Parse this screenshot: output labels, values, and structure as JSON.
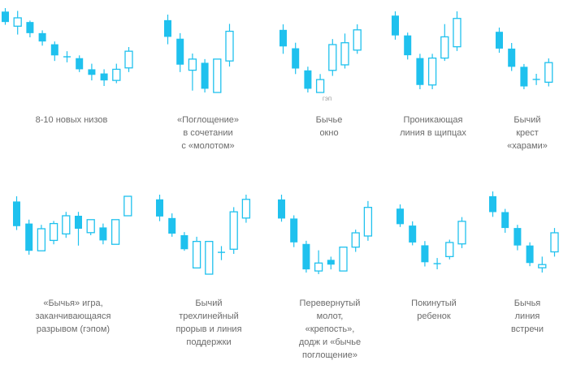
{
  "colors": {
    "bear_fill": "#1fc1ee",
    "bull_stroke": "#1fc1ee",
    "wick": "#1fc1ee",
    "caption_text": "#6b6b6b",
    "background": "#ffffff"
  },
  "patterns": [
    {
      "id": "new-lows",
      "caption_lines": [
        "8-10 новых низов"
      ],
      "candles": [
        {
          "type": "bear",
          "high": 100,
          "open": 95,
          "close": 80,
          "low": 76
        },
        {
          "type": "bull",
          "high": 96,
          "open": 74,
          "close": 86,
          "low": 62
        },
        {
          "type": "bear",
          "high": 82,
          "open": 80,
          "close": 64,
          "low": 58
        },
        {
          "type": "bear",
          "high": 68,
          "open": 64,
          "close": 52,
          "low": 46
        },
        {
          "type": "bear",
          "high": 52,
          "open": 48,
          "close": 32,
          "low": 24
        },
        {
          "type": "cross",
          "high": 38,
          "open": 30,
          "close": 30,
          "low": 22
        },
        {
          "type": "bear",
          "high": 32,
          "open": 28,
          "close": 12,
          "low": 8
        },
        {
          "type": "bear",
          "high": 20,
          "open": 12,
          "close": 4,
          "low": -4
        },
        {
          "type": "bear",
          "high": 12,
          "open": 6,
          "close": -4,
          "low": -12
        },
        {
          "type": "bull",
          "high": 20,
          "open": -4,
          "close": 12,
          "low": -8
        },
        {
          "type": "bull",
          "high": 44,
          "open": 14,
          "close": 38,
          "low": 8
        }
      ]
    },
    {
      "id": "engulfing-hammer",
      "caption_lines": [
        "«Поглощение»",
        "в сочетании",
        "с «молотом»"
      ],
      "candles": [
        {
          "type": "bear",
          "high": 100,
          "open": 94,
          "close": 76,
          "low": 68
        },
        {
          "type": "bear",
          "high": 80,
          "open": 74,
          "close": 46,
          "low": 38
        },
        {
          "type": "bull",
          "high": 58,
          "open": 40,
          "close": 52,
          "low": 18
        },
        {
          "type": "bear",
          "high": 52,
          "open": 48,
          "close": 20,
          "low": 16
        },
        {
          "type": "bull",
          "high": 52,
          "open": 16,
          "close": 52,
          "low": 16
        },
        {
          "type": "bull",
          "high": 90,
          "open": 50,
          "close": 82,
          "low": 44
        }
      ]
    },
    {
      "id": "bull-window",
      "caption_lines": [
        "Бычье",
        "окно"
      ],
      "candles": [
        {
          "type": "bear",
          "high": 100,
          "open": 94,
          "close": 76,
          "low": 68
        },
        {
          "type": "bear",
          "high": 80,
          "open": 74,
          "close": 52,
          "low": 46
        },
        {
          "type": "bear",
          "high": 54,
          "open": 50,
          "close": 30,
          "low": 26
        },
        {
          "type": "bull",
          "high": 46,
          "open": 26,
          "close": 40,
          "low": 26
        },
        {
          "type": "bull",
          "high": 84,
          "open": 50,
          "close": 78,
          "low": 44
        },
        {
          "type": "bull",
          "high": 90,
          "open": 56,
          "close": 80,
          "low": 52
        },
        {
          "type": "bull",
          "high": 100,
          "open": 72,
          "close": 94,
          "low": 68
        }
      ]
    },
    {
      "id": "piercing-tweezers",
      "caption_lines": [
        "Проникающая",
        "линия в щипцах"
      ],
      "candles": [
        {
          "type": "bear",
          "high": 100,
          "open": 94,
          "close": 66,
          "low": 60
        },
        {
          "type": "bear",
          "high": 70,
          "open": 66,
          "close": 38,
          "low": 32
        },
        {
          "type": "bear",
          "high": 40,
          "open": 34,
          "close": -4,
          "low": -10
        },
        {
          "type": "bull",
          "high": 40,
          "open": -4,
          "close": 34,
          "low": -10
        },
        {
          "type": "bull",
          "high": 82,
          "open": 34,
          "close": 64,
          "low": 30
        },
        {
          "type": "bull",
          "high": 100,
          "open": 50,
          "close": 90,
          "low": 44
        }
      ]
    },
    {
      "id": "harami-cross",
      "caption_lines": [
        "Бычий",
        "крест",
        "«харами»"
      ],
      "candles": [
        {
          "type": "bear",
          "high": 100,
          "open": 94,
          "close": 70,
          "low": 64
        },
        {
          "type": "bear",
          "high": 78,
          "open": 70,
          "close": 44,
          "low": 38
        },
        {
          "type": "bear",
          "high": 48,
          "open": 44,
          "close": 16,
          "low": 12
        },
        {
          "type": "cross",
          "high": 34,
          "open": 26,
          "close": 26,
          "low": 18
        },
        {
          "type": "bull",
          "high": 56,
          "open": 22,
          "close": 50,
          "low": 16
        }
      ]
    },
    {
      "id": "bull-game-gap",
      "caption_lines": [
        "«Бычья» игра,",
        "заканчивающаяся",
        "разрывом (гэпом)"
      ],
      "candles": [
        {
          "type": "bear",
          "high": 100,
          "open": 92,
          "close": 54,
          "low": 48
        },
        {
          "type": "bear",
          "high": 64,
          "open": 58,
          "close": 16,
          "low": 10
        },
        {
          "type": "bull",
          "high": 56,
          "open": 16,
          "close": 50,
          "low": 16
        },
        {
          "type": "bull",
          "high": 62,
          "open": 32,
          "close": 58,
          "low": 26
        },
        {
          "type": "bull",
          "high": 76,
          "open": 42,
          "close": 70,
          "low": 36
        },
        {
          "type": "bear",
          "high": 76,
          "open": 70,
          "close": 50,
          "low": 24
        },
        {
          "type": "bull",
          "high": 64,
          "open": 44,
          "close": 64,
          "low": 40
        },
        {
          "type": "bear",
          "high": 58,
          "open": 52,
          "close": 32,
          "low": 26
        },
        {
          "type": "bull",
          "high": 64,
          "open": 26,
          "close": 64,
          "low": 26
        },
        {
          "type": "bull",
          "high": 100,
          "open": 70,
          "close": 100,
          "low": 70
        }
      ]
    },
    {
      "id": "three-line-strike",
      "caption_lines": [
        "Бычий",
        "трехлинейный",
        "прорыв и линия",
        "поддержки"
      ],
      "candles": [
        {
          "type": "bear",
          "high": 100,
          "open": 94,
          "close": 72,
          "low": 66
        },
        {
          "type": "bear",
          "high": 76,
          "open": 70,
          "close": 50,
          "low": 46
        },
        {
          "type": "bear",
          "high": 52,
          "open": 48,
          "close": 30,
          "low": 28
        },
        {
          "type": "bull",
          "high": 46,
          "open": 6,
          "close": 40,
          "low": 6
        },
        {
          "type": "bull",
          "high": 40,
          "open": -2,
          "close": 40,
          "low": -2
        },
        {
          "type": "cross",
          "high": 34,
          "open": 26,
          "close": 26,
          "low": 16
        },
        {
          "type": "bull",
          "high": 84,
          "open": 30,
          "close": 78,
          "low": 24
        },
        {
          "type": "bull",
          "high": 100,
          "open": 70,
          "close": 94,
          "low": 64
        }
      ]
    },
    {
      "id": "inverted-hammer",
      "caption_lines": [
        "Перевернутый",
        "молот,",
        "«крепость»,",
        "додж и «бычье",
        "поглощение»"
      ],
      "candles": [
        {
          "type": "bear",
          "high": 100,
          "open": 94,
          "close": 70,
          "low": 66
        },
        {
          "type": "bear",
          "high": 74,
          "open": 70,
          "close": 40,
          "low": 34
        },
        {
          "type": "bear",
          "high": 42,
          "open": 38,
          "close": 6,
          "low": 2
        },
        {
          "type": "bull",
          "high": 30,
          "open": 4,
          "close": 14,
          "low": 0
        },
        {
          "type": "bear",
          "high": 22,
          "open": 18,
          "close": 12,
          "low": 6
        },
        {
          "type": "bull",
          "high": 34,
          "open": 4,
          "close": 34,
          "low": 4
        },
        {
          "type": "bull",
          "high": 56,
          "open": 34,
          "close": 52,
          "low": 28
        },
        {
          "type": "bull",
          "high": 92,
          "open": 48,
          "close": 84,
          "low": 42
        }
      ]
    },
    {
      "id": "abandoned-baby",
      "caption_lines": [
        "Покинутый",
        "ребенок"
      ],
      "candles": [
        {
          "type": "bear",
          "high": 100,
          "open": 94,
          "close": 72,
          "low": 68
        },
        {
          "type": "bear",
          "high": 76,
          "open": 70,
          "close": 46,
          "low": 42
        },
        {
          "type": "bear",
          "high": 48,
          "open": 42,
          "close": 18,
          "low": 12
        },
        {
          "type": "cross",
          "high": 24,
          "open": 16,
          "close": 16,
          "low": 8
        },
        {
          "type": "bull",
          "high": 50,
          "open": 26,
          "close": 46,
          "low": 22
        },
        {
          "type": "bull",
          "high": 82,
          "open": 44,
          "close": 76,
          "low": 38
        }
      ]
    },
    {
      "id": "meeting-line",
      "caption_lines": [
        "Бычья",
        "линия",
        "встречи"
      ],
      "candles": [
        {
          "type": "bear",
          "high": 100,
          "open": 94,
          "close": 74,
          "low": 68
        },
        {
          "type": "bear",
          "high": 78,
          "open": 74,
          "close": 54,
          "low": 48
        },
        {
          "type": "bear",
          "high": 58,
          "open": 54,
          "close": 32,
          "low": 26
        },
        {
          "type": "bear",
          "high": 36,
          "open": 32,
          "close": 10,
          "low": 6
        },
        {
          "type": "bull",
          "high": 18,
          "open": 4,
          "close": 8,
          "low": -2
        },
        {
          "type": "bull",
          "high": 54,
          "open": 24,
          "close": 48,
          "low": 18
        }
      ]
    }
  ],
  "annotations": {
    "gap_label": "гэп"
  }
}
